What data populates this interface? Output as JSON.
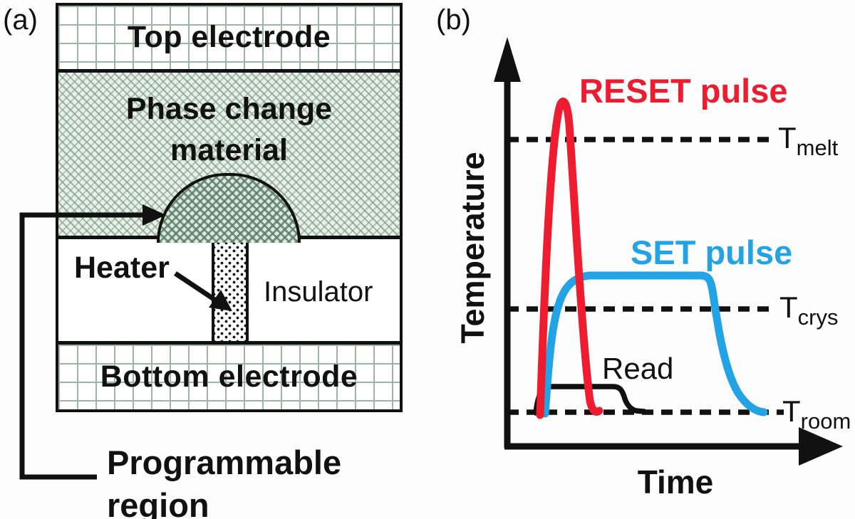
{
  "figure": {
    "panel_a": {
      "label": "(a)",
      "layers": {
        "top_electrode": "Top electrode",
        "phase_change_line1": "Phase change",
        "phase_change_line2": "material",
        "heater": "Heater",
        "insulator": "Insulator",
        "bottom_electrode": "Bottom electrode"
      },
      "annotation": {
        "line1": "Programmable",
        "line2": "region"
      }
    },
    "panel_b": {
      "label": "(b)",
      "y_axis_label": "Temperature",
      "x_axis_label": "Time",
      "curve_labels": {
        "reset": "RESET pulse",
        "set": "SET pulse",
        "read": "Read"
      },
      "thresholds": {
        "melt": {
          "main": "T",
          "sub": "melt"
        },
        "crys": {
          "main": "T",
          "sub": "crys"
        },
        "room": {
          "main": "T",
          "sub": "room"
        }
      }
    }
  },
  "colors": {
    "reset_pulse": "#ee1c2e",
    "set_pulse": "#22a3e6",
    "read_pulse": "#111111",
    "ink": "#111111",
    "hatch_green": "#9db5a3"
  },
  "chart_data": {
    "type": "line",
    "title": "",
    "xlabel": "Time",
    "ylabel": "Temperature",
    "axes": "unlabeled qualitative axes with arrowheads; no ticks; no grid",
    "legend_position": "labels placed next to curves",
    "reference_lines": [
      {
        "label": "Tmelt",
        "y_rel": 0.75,
        "style": "dashed black"
      },
      {
        "label": "Tcrys",
        "y_rel": 0.34,
        "style": "dashed black"
      },
      {
        "label": "Troom",
        "y_rel": 0.08,
        "style": "dashed black (baseline)"
      }
    ],
    "series": [
      {
        "name": "RESET pulse",
        "color": "#ee1c2e",
        "shape": "tall narrow spike exceeding Tmelt then rapid quench to Troom",
        "points_rel": [
          [
            0.1,
            0.08
          ],
          [
            0.13,
            0.45
          ],
          [
            0.16,
            0.84
          ],
          [
            0.18,
            0.7
          ],
          [
            0.21,
            0.3
          ],
          [
            0.25,
            0.08
          ]
        ]
      },
      {
        "name": "SET pulse",
        "color": "#22a3e6",
        "shape": "moderate pulse rising above Tcrys, long plateau below Tmelt, slow exponential decay to Troom",
        "points_rel": [
          [
            0.11,
            0.08
          ],
          [
            0.16,
            0.3
          ],
          [
            0.25,
            0.42
          ],
          [
            0.59,
            0.42
          ],
          [
            0.63,
            0.25
          ],
          [
            0.7,
            0.11
          ],
          [
            0.77,
            0.08
          ]
        ]
      },
      {
        "name": "Read",
        "color": "#111111",
        "shape": "small low-amplitude pulse staying near Troom",
        "points_rel": [
          [
            0.1,
            0.08
          ],
          [
            0.13,
            0.147
          ],
          [
            0.32,
            0.147
          ],
          [
            0.38,
            0.09
          ],
          [
            0.41,
            0.08
          ]
        ]
      }
    ]
  }
}
